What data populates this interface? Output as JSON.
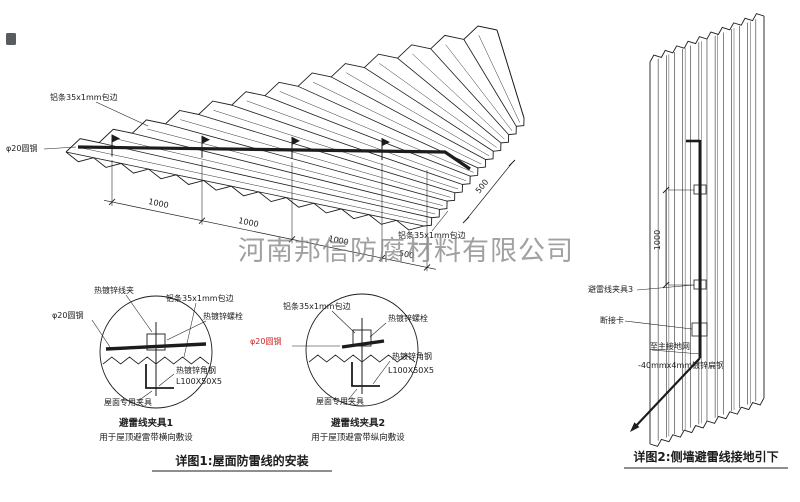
{
  "watermark": "河南邦信防腐材料有限公司",
  "main": {
    "labels": {
      "alu_strip_top": "铝条35x1mm包边",
      "round_steel": "φ20圆钢",
      "alu_strip_bottom": "铝条35x1mm包边"
    },
    "dims": [
      "1000",
      "1000",
      "1000",
      "500",
      "500"
    ]
  },
  "detail1": {
    "labels": {
      "wire_clamp": "热镀锌线夹",
      "alu_strip": "铝条35x1mm包边",
      "bolt": "热镀锌螺栓",
      "round_steel": "φ20圆钢",
      "angle_steel": "热镀锌角钢",
      "angle_spec": "L100X50X5",
      "roof_clamp": "屋面专用夹具"
    },
    "title": "避雷线夹具1",
    "subtitle": "用于屋顶避雷带横向敷设"
  },
  "detail2": {
    "labels": {
      "alu_strip": "铝条35x1mm包边",
      "bolt": "热镀锌螺栓",
      "round_steel": "φ20圆钢",
      "angle_steel": "热镀锌角钢",
      "angle_spec": "L100X50X5",
      "roof_clamp": "屋面专用夹具"
    },
    "title": "避雷线夹具2",
    "subtitle": "用于屋顶避雷带纵向敷设"
  },
  "wall": {
    "labels": {
      "clamp3": "避雷线夹具3",
      "disconnect": "断接卡",
      "to_ground": "至主接地网",
      "flat_steel": "-40mmx4mm镀锌扁钢"
    },
    "dim": "1000"
  },
  "captions": {
    "detail1": "详图1:屋面防雷线的安装",
    "detail2": "详图2:侧墙避雷线接地引下"
  },
  "colors": {
    "line": "#1c1c1c",
    "accent_red": "#cc2222",
    "watermark_gray": "#8a8a8a"
  }
}
